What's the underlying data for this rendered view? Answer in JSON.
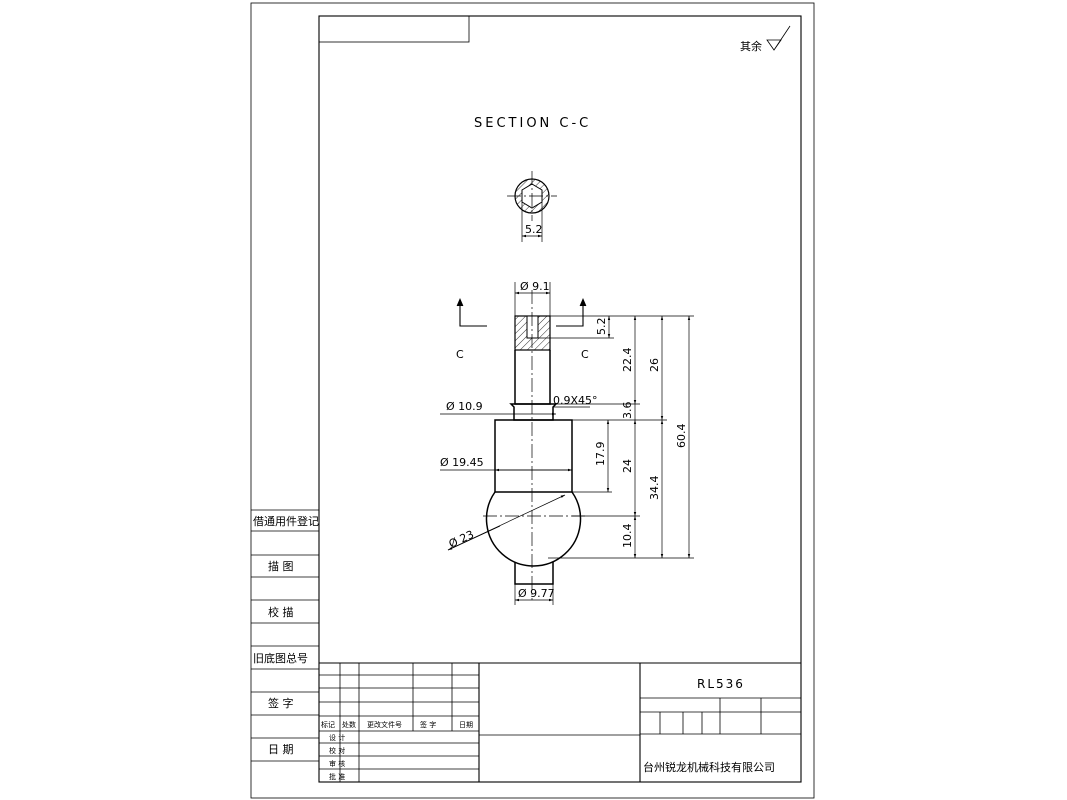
{
  "title_block": {
    "part_number": "RL536",
    "company": "台州锐龙机械科技有限公司",
    "rows_left": [
      "设 计",
      "校 对",
      "审 核",
      "批 准"
    ],
    "header_cells": [
      "标记",
      "处数",
      "更改文件号",
      "签 字",
      "日期"
    ]
  },
  "side_panel": {
    "items": [
      "借通用件登记",
      "描 图",
      "校 描",
      "旧底图总号",
      "签 字",
      "日 期"
    ]
  },
  "surface_note": "其余",
  "section": {
    "title": "SECTION C-C",
    "hex_dim": "5.2",
    "cut_label_left": "C",
    "cut_label_right": "C"
  },
  "dimensions": {
    "top_dia": "Ø 9.1",
    "hole_depth": "5.2",
    "shank_len": "22.4",
    "upper_len": "26",
    "total_len": "60.4",
    "neck_dia": "Ø 10.9",
    "chamfer": "0.9X45°",
    "collar": "3.6",
    "body_dia": "Ø 19.45",
    "body_len": "17.9",
    "body_len2": "24",
    "lower_len": "34.4",
    "ball_dia": "Ø 23",
    "ball_len": "10.4",
    "stub_dia": "Ø 9.77"
  }
}
